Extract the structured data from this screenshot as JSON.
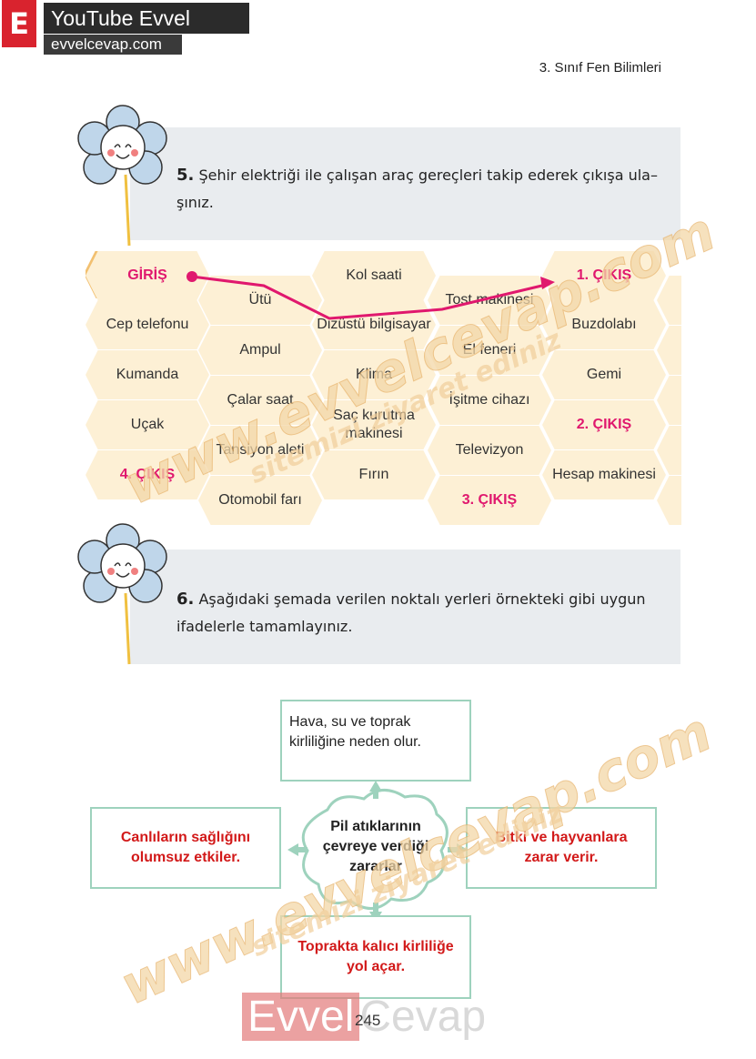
{
  "brand": {
    "letter": "E",
    "title": "YouTube Evvel Cevap",
    "url": "evvelcevap.com"
  },
  "book_title": "3. Sınıf Fen Bilimleri",
  "q5": {
    "number": "5.",
    "text": "Şehir elektriği ile çalışan araç gereçleri takip ederek çıkışa ula–şınız."
  },
  "hex": {
    "c0": [
      "GİRİŞ",
      "Cep telefonu",
      "Kumanda",
      "Uçak",
      "4. ÇIKIŞ"
    ],
    "c1": [
      "Ütü",
      "Ampul",
      "Çalar saat",
      "Tansiyon aleti",
      "Otomobil farı"
    ],
    "c2": [
      "Kol saati",
      "Dizüstü bilgisayar",
      "Klima",
      "Saç kurutma makinesi",
      "Fırın"
    ],
    "c3": [
      "Tost makinesi",
      "El feneri",
      "İşitme cihazı",
      "Televizyon",
      "3. ÇIKIŞ"
    ],
    "c4": [
      "1. ÇIKIŞ",
      "Buzdolabı",
      "Gemi",
      "2. ÇIKIŞ",
      "Hesap makinesi"
    ]
  },
  "q6": {
    "number": "6.",
    "text": "Aşağıdaki şemada verilen noktalı yerleri örnekteki gibi uygun ifadelerle tamamlayınız."
  },
  "diagram": {
    "center": "Pil atıklarının çevreye verdiği zararlar",
    "top": "Hava, su ve toprak kirliliğine neden olur.",
    "left": "Canlıların sağlığını olumsuz etkiler.",
    "right": "Bitki ve hayvanlara zarar verir.",
    "bottom": "Toprakta kalıcı kirliliğe yol açar."
  },
  "watermark": {
    "main": "www.evvelcevap.com",
    "sub": "sitemizi ziyaret ediniz"
  },
  "footer": {
    "brand_a": "Evvel",
    "brand_b": "Cevap",
    "page": "245"
  },
  "colors": {
    "hex_fill": "#fdf0d5",
    "hex_border": "#f2c070",
    "exit_pink": "#e0186e",
    "answer_red": "#d21919",
    "box_border": "#9ed2bd"
  }
}
